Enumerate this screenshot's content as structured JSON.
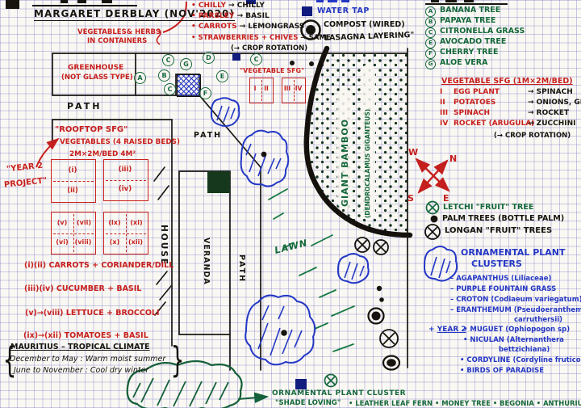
{
  "title": "MARGARET DERBLAY (NOV'2020)",
  "glyphs": {
    "bullet": "•",
    "brace_l": "{",
    "brace_r": "}",
    "plus": "+"
  },
  "top": {
    "containers1": "VEGETABLES& HERBS",
    "containers2": "IN CONTAINERS",
    "rows": [
      {
        "from": "CHILLY",
        "to": "→  CHILLY"
      },
      {
        "from": "PARSLEY",
        "to": "→  BASIL"
      },
      {
        "from": "CARROTS",
        "to": "→  LEMONGRASS"
      },
      {
        "from": "STRAWBERRIES + CHIVES",
        "to": "→ SAME"
      }
    ],
    "crop_note": "(→ CROP ROTATION)",
    "water_tap": "WATER TAP",
    "compost1": "COMPOST (WIRED)",
    "compost2": "\"LASAGNA LAYERING\""
  },
  "map": {
    "greenhouse1": "GREENHOUSE",
    "greenhouse2": "(NOT GLASS TYPE)",
    "path": "PATH",
    "house": "HOUSE",
    "veranda": "VERANDA",
    "lawn": "LAWN",
    "bamboo1": "GIANT BAMBOO",
    "bamboo2": "(DENDROCALAMUS GIGANTEUS)",
    "veg_sfg": "\"VEGETABLE SFG\"",
    "letters": [
      "A",
      "B",
      "C",
      "G",
      "D",
      "C",
      "E",
      "F",
      "C"
    ],
    "beds": [
      "I",
      "II",
      "III",
      "IV"
    ]
  },
  "rooftop": {
    "title": "\"ROOFTOP SFG\"",
    "sub1": "VEGETABLES (4 RAISED BEDS)",
    "sub2": "2M×2M/BED  4M²",
    "year2a": "\"YEAR 2",
    "year2b": "PROJECT\"",
    "row1": [
      "(i)",
      "(ii)",
      "(iii)",
      "(iv)"
    ],
    "row2": [
      "(v)",
      "(vii)",
      "(vi)",
      "(viii)",
      "(ix)",
      "(xi)",
      "(x)",
      "(xii)"
    ],
    "assign": [
      "(i)(ii) CARROTS + CORIANDER/DILL",
      "(iii)(iv) CUCUMBER + BASIL",
      "(v)→(viii) LETTUCE + BROCCOLI",
      "(ix)→(xii) TOMATOES + BASIL"
    ]
  },
  "climate": {
    "l1": "MAURITIUS – TROPICAL CLIMATE",
    "l2": "December to May : Warm moist summer",
    "l3": "June to November : Cool dry winter"
  },
  "bottom": {
    "line1": "ORNAMENTAL PLANT CLUSTER",
    "quote": "\"SHADE LOVING\"",
    "items": "• LEATHER LEAF FERN • MONEY TREE • BEGONIA • ANTHURIUM"
  },
  "legend": {
    "trees": [
      {
        "key": "A",
        "label": "BANANA TREE"
      },
      {
        "key": "B",
        "label": "PAPAYA TREE"
      },
      {
        "key": "C",
        "label": "CITRONELLA GRASS"
      },
      {
        "key": "E",
        "label": "AVOCADO TREE"
      },
      {
        "key": "F",
        "label": "CHERRY TREE"
      },
      {
        "key": "G",
        "label": "ALOE VERA"
      }
    ],
    "veg": {
      "title": "VEGETABLE SFG (1M×2M/BED)",
      "rows": [
        {
          "n": "I",
          "name": "EGG PLANT",
          "to": "→ SPINACH"
        },
        {
          "n": "II",
          "name": "POTATOES",
          "to": "→ ONIONS, GREEN"
        },
        {
          "n": "III",
          "name": "SPINACH",
          "to": "→ ROCKET"
        },
        {
          "n": "IV",
          "name": "ROCKET (ARUGULA)",
          "to": "→ ZUCCHINI"
        }
      ],
      "note": "(→ CROP ROTATION)"
    },
    "compass": {
      "n": "N",
      "e": "E",
      "s": "S",
      "w": "W"
    },
    "fruit": [
      {
        "label": "LETCHI \"FRUIT\" TREE"
      },
      {
        "label": "PALM TREES (BOTTLE PALM)"
      },
      {
        "label": "LONGAN \"FRUIT\" TREES"
      }
    ],
    "orn": {
      "title1": "ORNAMENTAL PLANT",
      "title2": "CLUSTERS",
      "items": [
        "– AGAPANTHUS (Liliaceae)",
        "– PURPLE FOUNTAIN GRASS",
        "– CROTON (Codiaeum variegatum)",
        "– ERANTHEMUM (Pseudoeranthemum",
        "carruthersii)"
      ],
      "year2": "YEAR 2",
      "y2items": [
        "• MUGUET (Ophiopogon sp)",
        "• NICULAN (Alternanthera",
        "bettzichiana)",
        "• CORDYLINE (Cordyline fruticosa)",
        "• BIRDS OF PARADISE"
      ]
    }
  }
}
